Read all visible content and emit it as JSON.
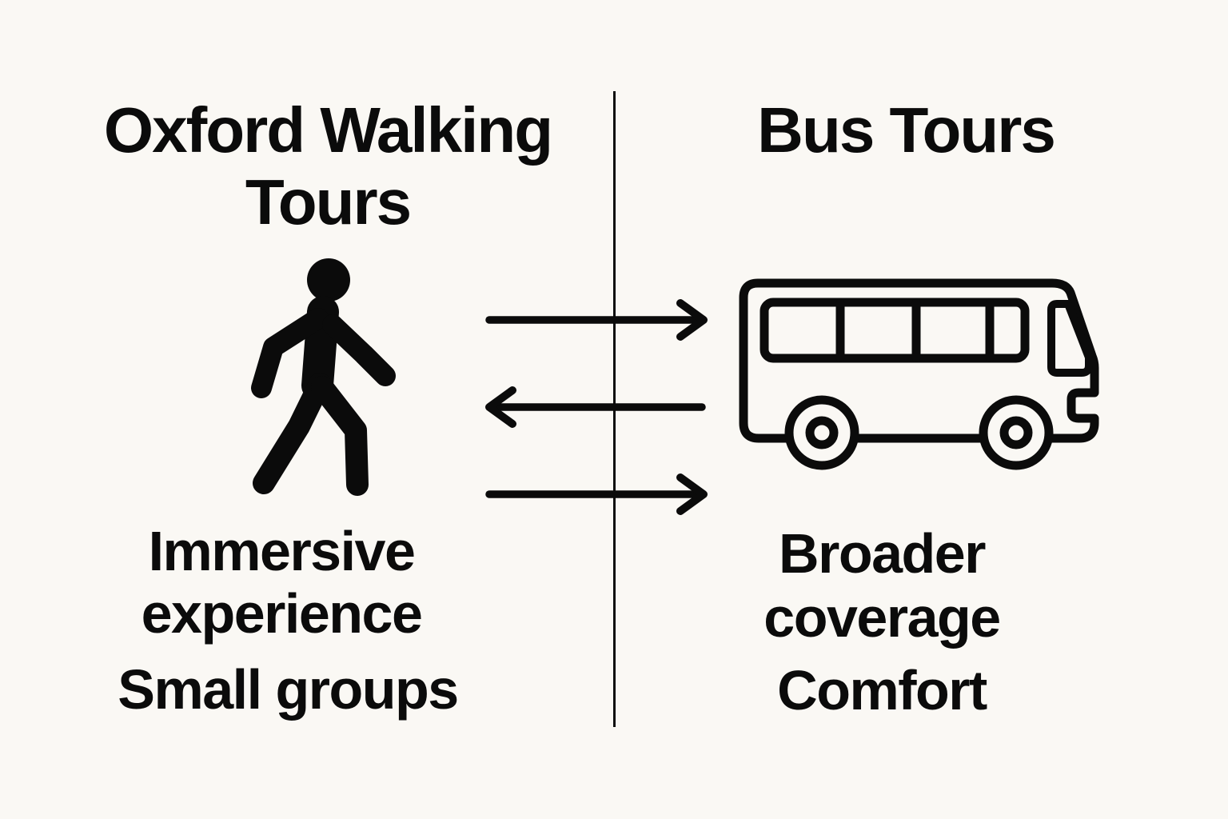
{
  "diagram": {
    "background": "#FAF8F4",
    "ink": "#0B0B0B",
    "left": {
      "title_lines": [
        "Oxford Walking",
        "Tours"
      ],
      "icon": "walking-person",
      "feature_primary_lines": [
        "Immersive",
        "experience"
      ],
      "feature_secondary": "Small groups"
    },
    "right": {
      "title": "Bus Tours",
      "icon": "bus",
      "feature_primary_lines": [
        "Broader",
        "coverage"
      ],
      "feature_secondary": "Comfort"
    },
    "divider": "vertical-line",
    "arrows": [
      {
        "position": "top",
        "direction": "right"
      },
      {
        "position": "middle",
        "direction": "left"
      },
      {
        "position": "bottom",
        "direction": "right"
      }
    ]
  }
}
